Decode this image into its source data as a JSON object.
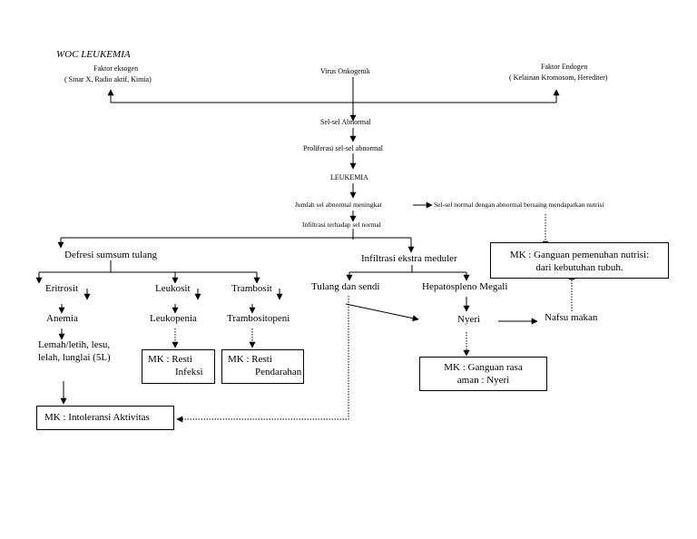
{
  "title": "WOC LEUKEMIA",
  "nodes": {
    "faktor_eksogen": "Faktor eksogen",
    "faktor_eksogen_detail": "( Sinar X, Radio aktif, Kimia)",
    "virus": "Virus Onkogenik",
    "faktor_endogen": "Faktor Endogen",
    "faktor_endogen_detail": "( Kelainan Kromosom, Herediter)",
    "sel_abnormal": "Sel-sel Abnormal",
    "proliferasi": "Proliferasi sel-sel abnormal",
    "leukemia": "LEUKEMIA",
    "jumlah_sel": "Jumlah sel abnormal meningkat",
    "sel_normal_bersaing": "Sel-sel normal dengan abnormal bersaing mendapatkan nutrisi",
    "infiltrasi_normal": "Infiltrasi terhadap sel normal",
    "defresi": "Defresi sumsum tulang",
    "infiltrasi_ekstra": "Infiltrasi ekstra meduler",
    "eritrosit": "Eritrosit",
    "leukosit": "Leukosit",
    "trombosit": "Trambosit",
    "tulang_sendi": "Tulang dan sendi",
    "hepato": "Hepatospleno Megali",
    "anemia": "Anemia",
    "leukopenia": "Leukopenia",
    "trambositopeni": "Trambositopeni",
    "nyeri": "Nyeri",
    "nafsu_makan": "Nafsu makan",
    "lemah_1": "Lemah/letih, lesu,",
    "lemah_2": "lelah, lunglai (5L)"
  },
  "boxes": {
    "nutrisi_1": "MK : Ganguan pemenuhan nutrisi:",
    "nutrisi_2": "dari kebutuhan tubuh.",
    "infeksi_1": "MK : Resti",
    "infeksi_2": "Infeksi",
    "pendarahan_1": "MK : Resti",
    "pendarahan_2": "Pendarahan",
    "rasa_aman_1": "MK : Ganguan rasa",
    "rasa_aman_2": "aman : Nyeri",
    "intoleransi": "MK : Intoleransi Aktivitas"
  }
}
